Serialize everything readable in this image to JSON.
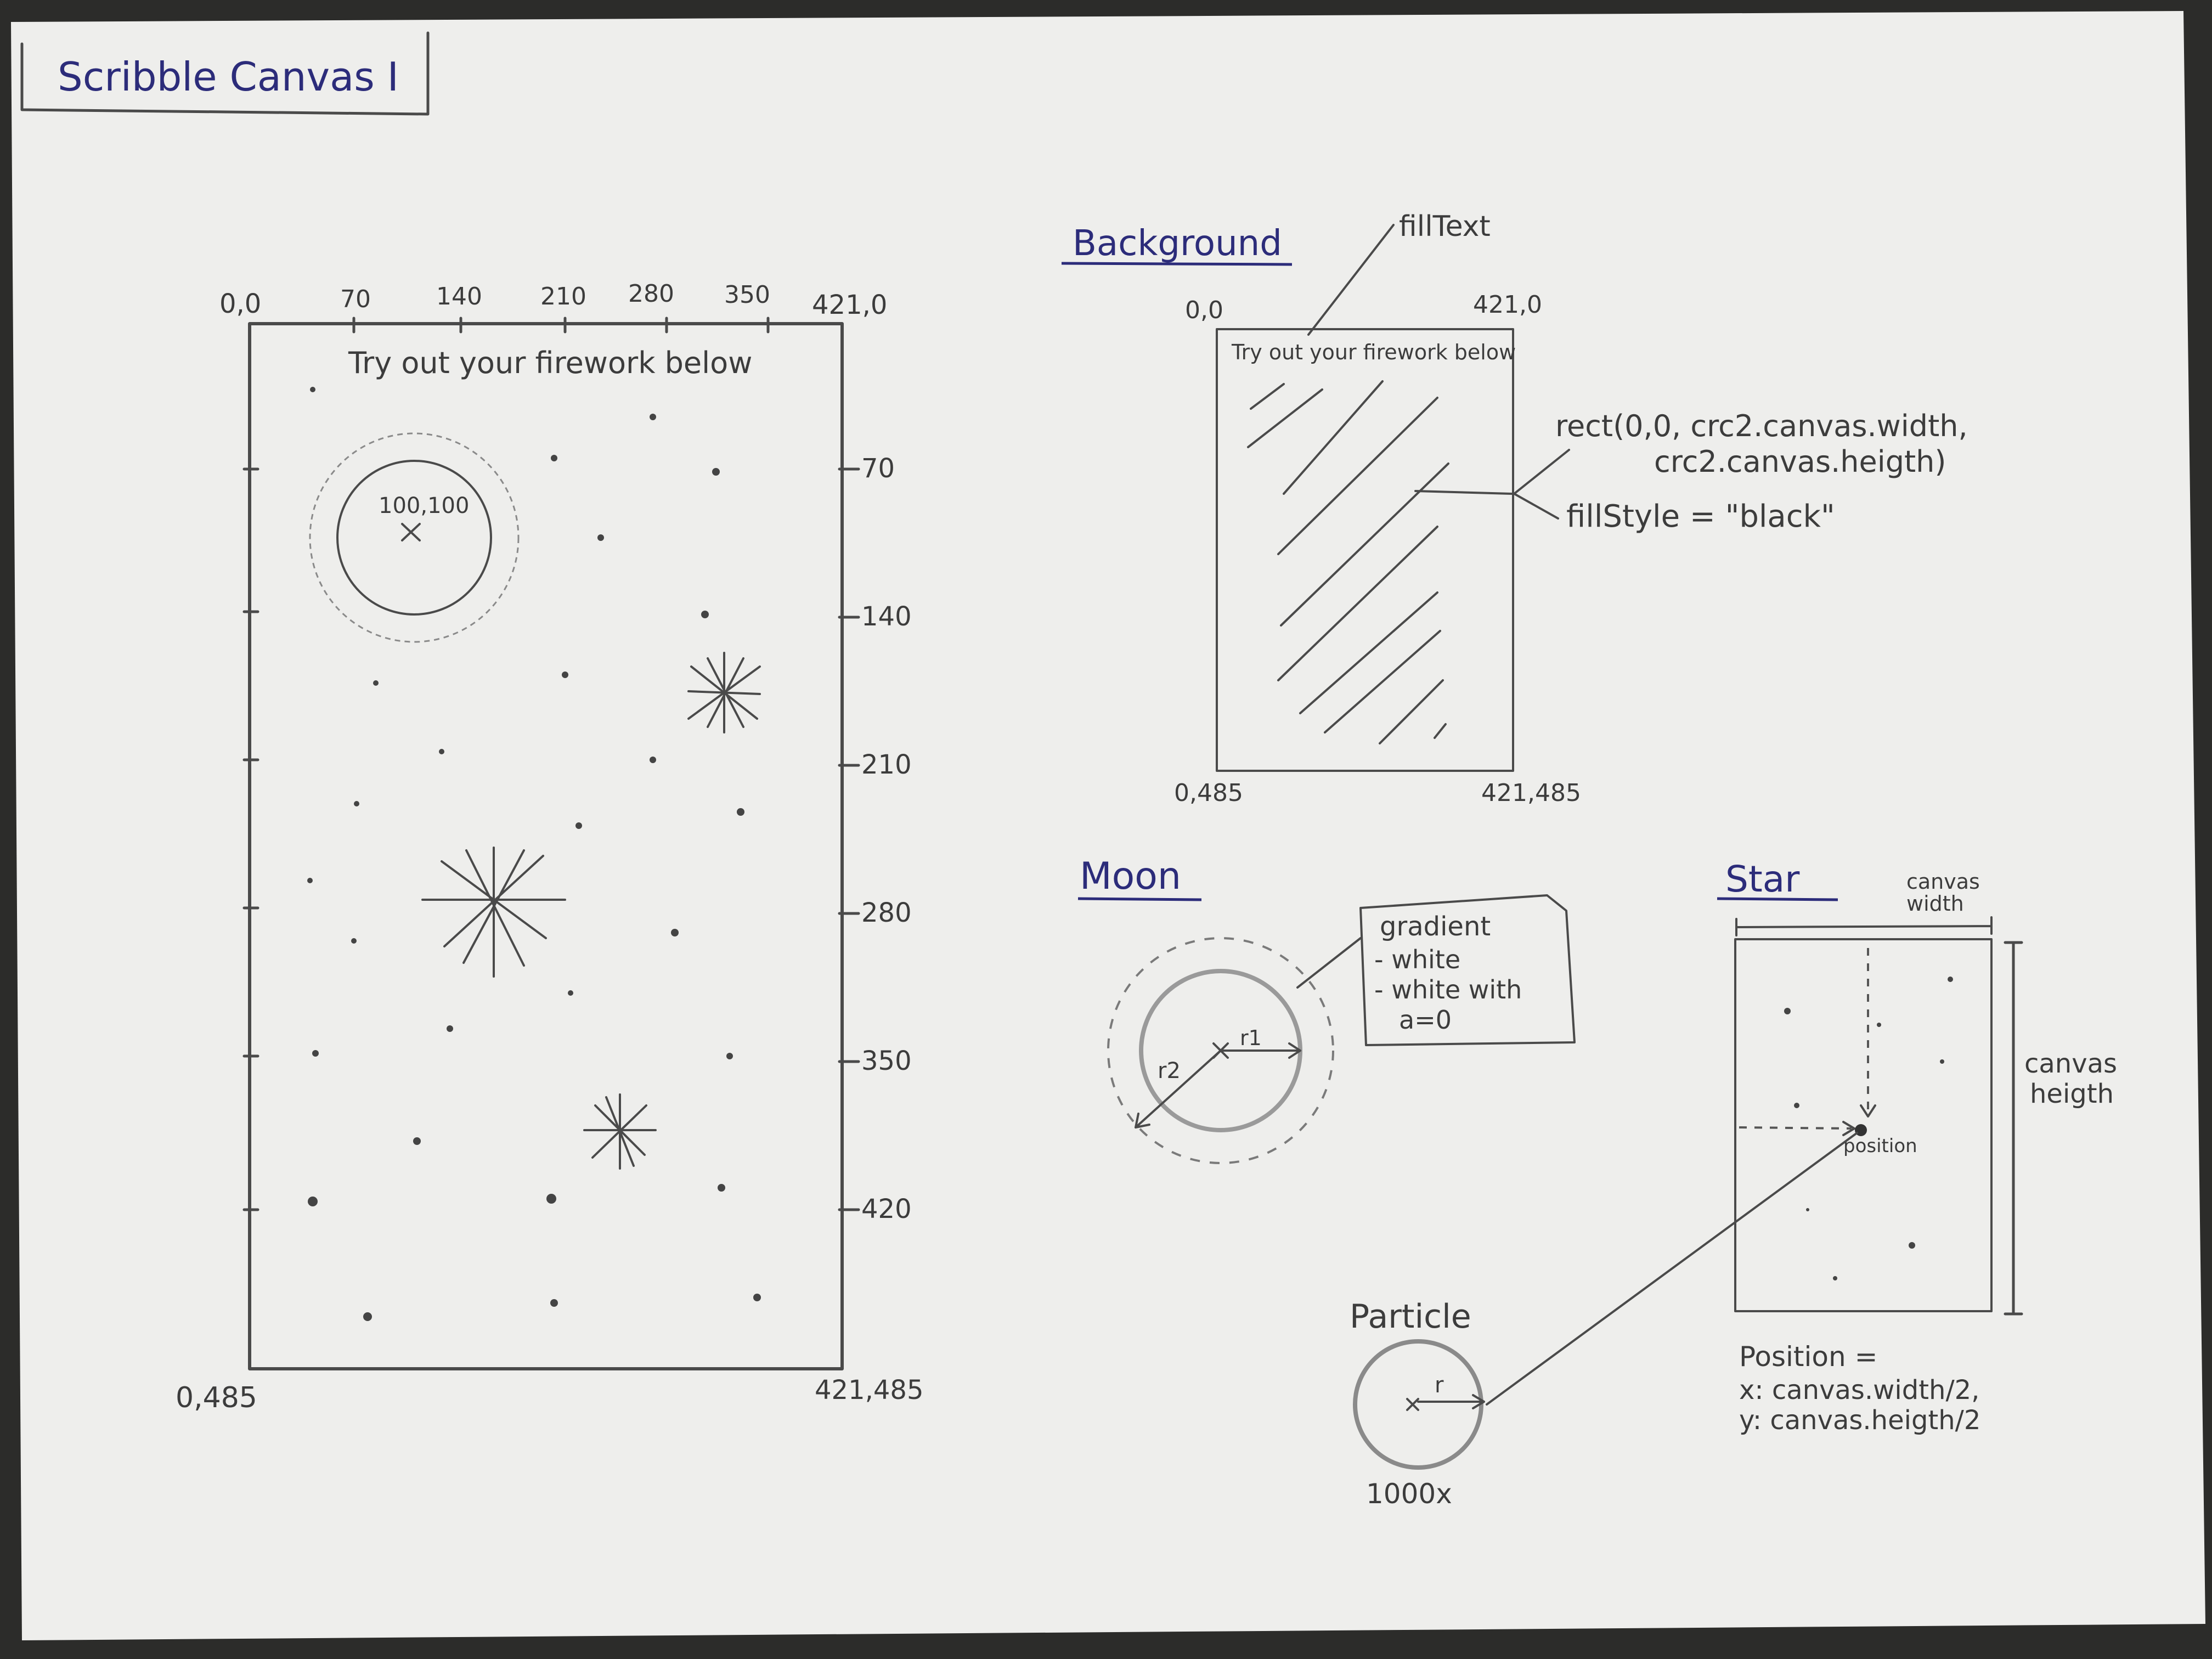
{
  "colors": {
    "paper": "#eeeeec",
    "pencil": "#4a4a4a",
    "ink_blue": "#2c2c7a",
    "desk": "#2c2c2a"
  },
  "title": "Scribble Canvas I",
  "main_canvas": {
    "corner_top_left": "0,0",
    "corner_top_right": "421,0",
    "corner_bottom_left": "0,485",
    "corner_bottom_right": "421,485",
    "x_ticks": [
      "70",
      "140",
      "210",
      "280",
      "350"
    ],
    "y_ticks": [
      "70",
      "140",
      "210",
      "280",
      "350",
      "420"
    ],
    "headline": "Try out your firework below",
    "moon_label": "100,100"
  },
  "background": {
    "heading": "Background",
    "filltext_label": "fillText",
    "corner_top_left": "0,0",
    "corner_top_right": "421,0",
    "corner_bottom_left": "0,485",
    "corner_bottom_right": "421,485",
    "inner_text": "Try out your firework below",
    "rect_line1": "rect(0,0, crc2.canvas.width,",
    "rect_line2": "crc2.canvas.heigth)",
    "fillstyle": "fillStyle = \"black\""
  },
  "moon": {
    "heading": "Moon",
    "r1": "r1",
    "r2": "r2",
    "note_lines": [
      "gradient",
      "- white",
      "- white with",
      "a=0"
    ]
  },
  "star": {
    "heading": "Star",
    "width_label_1": "canvas",
    "width_label_2": "width",
    "height_label_1": "canvas",
    "height_label_2": "heigth",
    "position_label": "position",
    "formula_lines": [
      "Position =",
      "x: canvas.width/2,",
      "y: canvas.heigth/2"
    ]
  },
  "particle": {
    "heading": "Particle",
    "radius_label": "r",
    "count": "1000x"
  }
}
